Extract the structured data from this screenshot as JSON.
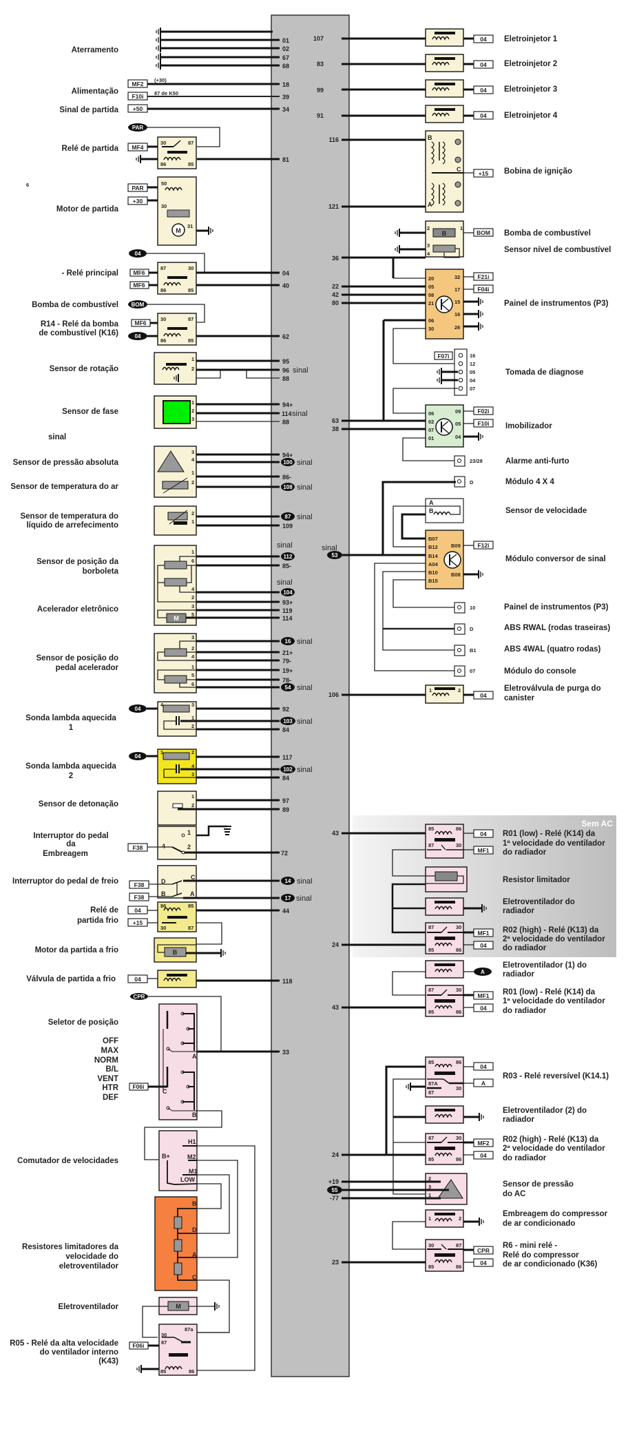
{
  "colors": {
    "ecu_fill": "#c0c0c0",
    "component_cream": "#f8f3d6",
    "component_orange": "#f5c77e",
    "component_green": "#d8ecd0",
    "component_pink": "#f7dde6",
    "component_yellow": "#f3e620",
    "component_bright_green": "#00ee00",
    "component_orange_red": "#f58040",
    "wire": "#111111"
  },
  "left": {
    "aterramento": {
      "label": "Aterramento",
      "pins": [
        "01",
        "02",
        "67",
        "68"
      ]
    },
    "alimentacao": {
      "label": "Alimentação",
      "tag1": "MF2",
      "note1": "(+30)",
      "pin1": "18",
      "tag2": "F10i",
      "note2": "87 de K50",
      "pin2": "39"
    },
    "sinal_partida": {
      "label": "Sinal de partida",
      "tag": "+50",
      "pin": "34"
    },
    "rele_partida": {
      "label": "Relé de partida",
      "oval": "PAR",
      "tag": "MF4",
      "pins": [
        "30",
        "87",
        "86",
        "85"
      ],
      "ecu_pin": "81"
    },
    "motor_partida": {
      "label": "Motor de partida",
      "tag1": "PAR",
      "tag2": "+30",
      "pins": [
        "50",
        "30",
        "31"
      ],
      "motor": "M",
      "stray": "6"
    },
    "rele_principal": {
      "label": "- Relé principal",
      "oval": "04",
      "tag1": "MF6",
      "tag2": "MF6",
      "pins": [
        "87",
        "30",
        "86",
        "85"
      ],
      "ecu_pins": [
        "04",
        "40"
      ]
    },
    "bomba_label": "Bomba de combustível",
    "rele_bomba": {
      "label1": "R14 - Relé da bomba",
      "label2": "de combustível (K16)",
      "oval_top": "BOM",
      "tag": "MF6",
      "oval_bottom": "04",
      "pins": [
        "30",
        "87",
        "86",
        "85"
      ],
      "ecu_pin": "62"
    },
    "sensor_rotacao": {
      "label": "Sensor de rotação",
      "pins": [
        "1",
        "2"
      ],
      "ecu_pins": [
        "95",
        "96",
        "88"
      ],
      "sinal": "sinal"
    },
    "sensor_fase": {
      "label": "Sensor de fase",
      "pins": [
        "1",
        "2",
        "3"
      ],
      "ecu_pins": [
        "94+",
        "114",
        "88"
      ],
      "sinal": "sinal"
    },
    "stray_sinal": "sinal",
    "sensor_pressao": {
      "label": "Sensor de pressão absoluta",
      "pins": [
        "3",
        "4"
      ],
      "ecu_pin_plain": "94+",
      "ecu_pin_oval": "100",
      "sinal": "sinal"
    },
    "sensor_temp_ar": {
      "label": "Sensor de temperatura do ar",
      "pins": [
        "1",
        "2"
      ],
      "ecu_pin_plain": "86-",
      "ecu_pin_oval": "108",
      "sinal": "sinal"
    },
    "sensor_temp_liq": {
      "label1": "Sensor de temperatura do",
      "label2": "líquido de arrefecimento",
      "pins": [
        "2",
        "1"
      ],
      "ecu_pin_oval": "87",
      "ecu_pin_plain": "109",
      "sinal": "sinal"
    },
    "sensor_borboleta": {
      "label1": "Sensor de posição da",
      "label2": "borboleta",
      "pins": [
        "1",
        "6",
        "4",
        "2"
      ],
      "ecu_pins": [
        "112",
        "85-",
        "104",
        "93+"
      ],
      "sinal": "sinal"
    },
    "acelerador": {
      "label": "Acelerador eletrônico",
      "pins": [
        "3",
        "5"
      ],
      "ecu_pins": [
        "119",
        "114"
      ],
      "motor": "M"
    },
    "sensor_pedal": {
      "label1": "Sensor de posição do",
      "label2": "pedal  acelerador",
      "pins": [
        "3",
        "2",
        "4",
        "1",
        "5",
        "6"
      ],
      "ecu_pins": [
        "16",
        "21+",
        "79-",
        "19+",
        "78-",
        "54"
      ],
      "sinal": "sinal"
    },
    "sonda1": {
      "label1": "Sonda lambda aquecida",
      "label2": "1",
      "oval": "04",
      "pins": [
        "4",
        "3",
        "1",
        "2"
      ],
      "ecu_pins": [
        "92",
        "103",
        "84"
      ],
      "sinal": "sinal"
    },
    "sonda2": {
      "label1": "Sonda lambda aquecida",
      "label2": "2",
      "oval": "04",
      "pins": [
        "1",
        "2",
        "4",
        "3"
      ],
      "ecu_pins": [
        "117",
        "102",
        "84"
      ],
      "sinal": "sinal"
    },
    "detonacao": {
      "label": "Sensor de detonação",
      "pins": [
        "1",
        "2"
      ],
      "ecu_pins": [
        "97",
        "89"
      ]
    },
    "embreagem": {
      "label1": "Interruptor do pedal",
      "label2": "da",
      "label3": "Embreagem",
      "tag": "F38",
      "pins": [
        "4",
        "1",
        "2"
      ],
      "ecu_pin": "72"
    },
    "freio": {
      "label": "Interruptor do pedal de freio",
      "tag1": "F38",
      "tag2": "F38",
      "pins": [
        "D",
        "C",
        "B",
        "A"
      ],
      "ecu_pins": [
        "14",
        "17"
      ],
      "sinal": "sinal"
    },
    "rele_frio": {
      "label1": "Relé de",
      "label2": "partida frio",
      "tag1": "04",
      "tag2": "+15",
      "pins": [
        "86",
        "85",
        "30",
        "87"
      ],
      "ecu_pin": "44"
    },
    "motor_frio": {
      "label": "Motor da partida a frio",
      "motor": "B"
    },
    "valvula_frio": {
      "label": "Válvula de partida a frio",
      "tag": "04",
      "ecu_pin": "118"
    },
    "seletor": {
      "label": "Seletor de posição",
      "oval": "CPR",
      "positions": [
        "OFF",
        "MAX",
        "NORM",
        "B/L",
        "VENT",
        "HTR",
        "DEF"
      ],
      "tag": "F06i",
      "pins": [
        "A",
        "C",
        "B"
      ],
      "ecu_pin": "33"
    },
    "comutador": {
      "label": "Comutador de velocidades",
      "pins": [
        "H1",
        "B+",
        "M2",
        "M1",
        "LOW"
      ]
    },
    "resistores": {
      "label1": "Resistores limitadores da",
      "label2": "velocidade do",
      "label3": "eletroventilador",
      "pins": [
        "B",
        "D",
        "A",
        "C"
      ]
    },
    "eletroventilador": {
      "label": "Eletroventilador",
      "motor": "M"
    },
    "r05": {
      "label1": "R05 - Relé da alta velocidade",
      "label2": "do ventilador interno",
      "label3": "(K43)",
      "tag": "F06i",
      "pins": [
        "30",
        "87a",
        "87",
        "85",
        "86"
      ]
    }
  },
  "right": {
    "injetores": [
      {
        "label": "Eletroinjetor 1",
        "ecu_pin": "107",
        "tag": "04"
      },
      {
        "label": "Eletroinjetor 2",
        "ecu_pin": "83",
        "tag": "04"
      },
      {
        "label": "Eletroinjetor 3",
        "ecu_pin": "99",
        "tag": "04"
      },
      {
        "label": "Eletroinjetor 4",
        "ecu_pin": "91",
        "tag": "04"
      }
    ],
    "bobina": {
      "label": "Bobina de ignição",
      "ecu_pins": [
        "116",
        "121"
      ],
      "pins": [
        "B",
        "C",
        "A"
      ],
      "tag": "+15"
    },
    "bomba": {
      "label": "Bomba de combustível",
      "tag": "BOM",
      "motor": "B",
      "pins": [
        "2",
        "1"
      ]
    },
    "sensor_nivel": {
      "label": "Sensor nível de combustível",
      "pins": [
        "3",
        "4"
      ],
      "ecu_pin": "36"
    },
    "painel": {
      "label": "Painel de instrumentos (P3)",
      "ecu_pins": [
        "22",
        "42",
        "80"
      ],
      "left_pins": [
        "20",
        "05",
        "08",
        "21",
        "06",
        "30"
      ],
      "right_pins": [
        "32",
        "17",
        "15",
        "16",
        "26"
      ],
      "tags": [
        "F21i",
        "F04i"
      ]
    },
    "diagnose": {
      "label": "Tomada de diagnose",
      "tag": "F07i",
      "pins": [
        "16",
        "12",
        "05",
        "04",
        "07"
      ]
    },
    "imobilizador": {
      "label": "Imobilizador",
      "ecu_pins": [
        "63",
        "38"
      ],
      "left_pins": [
        "06",
        "02",
        "07",
        "01"
      ],
      "right_pins": [
        "09",
        "05",
        "04"
      ],
      "tags": [
        "F02i",
        "F10i"
      ]
    },
    "alarme": {
      "label": "Alarme anti-furto",
      "pin": "23/28"
    },
    "modulo4x4": {
      "label": "Módulo 4 X 4",
      "pin": "D"
    },
    "sensor_velocidade": {
      "label": "Sensor de velocidade",
      "pins": [
        "A",
        "B"
      ]
    },
    "conversor": {
      "label": "Módulo conversor de sinal",
      "sinal": "sinal",
      "ecu_pin": "53",
      "left_pins": [
        "B07",
        "B12",
        "B14",
        "A04",
        "B10",
        "B15"
      ],
      "right_pins": [
        "B09",
        "B08"
      ],
      "tag": "F12i"
    },
    "painel2": {
      "label": "Painel de instrumentos (P3)",
      "pin": "10"
    },
    "abs_rwal": {
      "label": "ABS RWAL (rodas traseiras)",
      "pin": "D"
    },
    "abs_4wal": {
      "label": "ABS 4WAL (quatro rodas)",
      "pin": "B1"
    },
    "console": {
      "label": "Módulo do console",
      "pin": "07"
    },
    "canister": {
      "label1": "Eletroválvula de purga do",
      "label2": "canister",
      "ecu_pin": "106",
      "pins": [
        "1",
        "2"
      ],
      "tag": "04"
    },
    "sem_ac": {
      "title": "Sem AC",
      "r01": {
        "label1": "R01 (low)  - Relé (K14) da",
        "label2": "1ª velocidade do ventilador",
        "label3": "do radiador",
        "ecu_pin": "43",
        "pins": [
          "85",
          "86",
          "87",
          "30"
        ],
        "tags": [
          "04",
          "MF1"
        ]
      },
      "resistor": {
        "label": "Resistor limitador"
      },
      "ventilador": {
        "label1": "Eletroventilador do",
        "label2": "radiador"
      },
      "r02": {
        "label1": "R02 (high) - Relé (K13) da",
        "label2": "2ª velocidade do ventilador",
        "label3": "do radiador",
        "ecu_pin": "24",
        "pins": [
          "87",
          "30",
          "85",
          "86"
        ],
        "tags": [
          "MF1",
          "04"
        ]
      }
    },
    "ventilador1": {
      "label1": "Eletroventilador (1) do",
      "label2": "radiador",
      "oval": "A"
    },
    "r01_ac": {
      "label1": "R01 (low)  - Relé (K14) da",
      "label2": "1ª velocidade do ventilador",
      "label3": "do radiador",
      "ecu_pin": "43",
      "pins": [
        "87",
        "30",
        "85",
        "86"
      ],
      "tags": [
        "MF1",
        "04"
      ]
    },
    "r03": {
      "label": "R03 - Relé reversível (K14.1)",
      "pins": [
        "85",
        "86",
        "87A",
        "30",
        "87"
      ],
      "tags": [
        "04",
        "A"
      ]
    },
    "ventilador2": {
      "label1": "Eletroventilador (2) do",
      "label2": "radiador"
    },
    "r02_ac": {
      "label1": "R02 (high) - Relé (K13) da",
      "label2": "2ª velocidade do ventilador",
      "label3": "do radiador",
      "ecu_pin": "24",
      "pins": [
        "87",
        "30",
        "85",
        "86"
      ],
      "tags": [
        "MF2",
        "04"
      ]
    },
    "sensor_ac": {
      "label1": "Sensor de pressão",
      "label2": "do AC",
      "ecu_pins": [
        "+19",
        "55",
        "-77"
      ],
      "pins": [
        "2",
        "3",
        "1"
      ]
    },
    "compressor": {
      "label1": "Embreagem do compressor",
      "label2": "de ar condicionado",
      "pins": [
        "1",
        "2"
      ]
    },
    "r6": {
      "label1": "R6 - mini relé -",
      "label2": "Relé do compressor",
      "label3": "de ar condicionado (K36)",
      "ecu_pin": "23",
      "pins": [
        "30",
        "87",
        "85",
        "86"
      ],
      "tags": [
        "CPR",
        "04"
      ]
    }
  }
}
